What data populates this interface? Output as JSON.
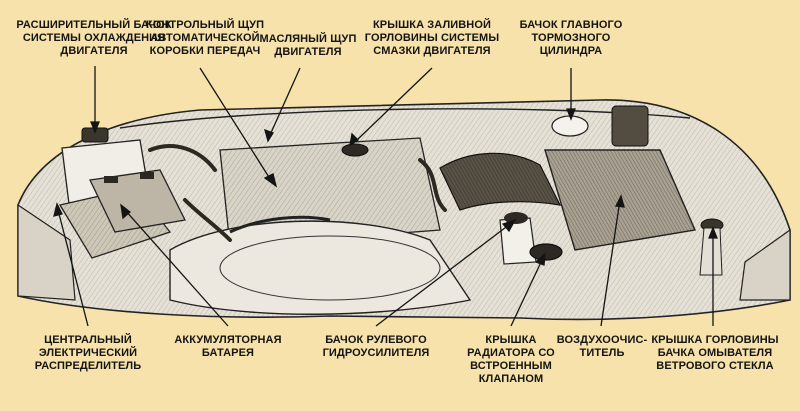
{
  "background_color": "#f6e2aa",
  "ink_color": "#141414",
  "labels": {
    "coolant_tank": "РАСШИРИТЕЛЬНЫЙ БАЧОК\nСИСТЕМЫ ОХЛАЖДЕНИЯ\nДВИГАТЕЛЯ",
    "transmission_dipstick": "КОНТРОЛЬНЫЙ ЩУП\nАВТОМАТИЧЕСКОЙ\nКОРОБКИ ПЕРЕДАЧ",
    "oil_dipstick": "МАСЛЯНЫЙ ЩУП\nДВИГАТЕЛЯ",
    "oil_filler_cap": "КРЫШКА ЗАЛИВНОЙ\nГОРЛОВИНЫ СИСТЕМЫ\nСМАЗКИ ДВИГАТЕЛЯ",
    "brake_master_cylinder": "БАЧОК ГЛАВНОГО\nТОРМОЗНОГО\nЦИЛИНДРА",
    "power_distribution_center": "ЦЕНТРАЛЬНЫЙ\nЭЛЕКТРИЧЕСКИЙ\nРАСПРЕДЕЛИТЕЛЬ",
    "battery": "АККУМУЛЯТОРНАЯ\nБАТАРЕЯ",
    "power_steering_reservoir": "БАЧОК РУЛЕВОГО\nГИДРОУСИЛИТЕЛЯ",
    "radiator_cap": "КРЫШКА\nРАДИАТОРА СО\nВСТРОЕННЫМ\nКЛАПАНОМ",
    "air_cleaner": "ВОЗДУХООЧИС-\nТИТЕЛЬ",
    "washer_filler_cap": "КРЫШКА ГОРЛОВИНЫ\nБАЧКА ОМЫВАТЕЛЯ\nВЕТРОВОГО СТЕКЛА"
  }
}
